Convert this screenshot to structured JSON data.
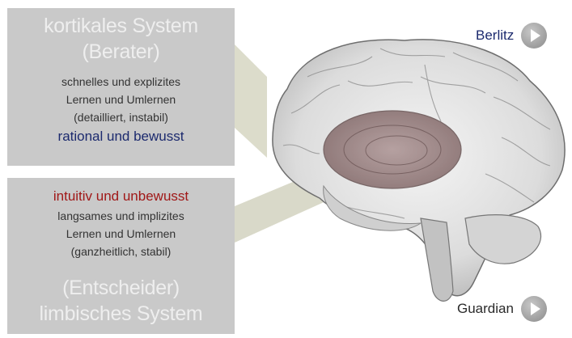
{
  "cortical": {
    "title": "kortikales System",
    "role": "(Berater)",
    "line1": "schnelles und explizites",
    "line2": "Lernen und Umlernen",
    "line3": "(detailliert, instabil)",
    "tagline": "rational und bewusst"
  },
  "limbic": {
    "tagline": "intuitiv und unbewusst",
    "line1": "langsames und implizites",
    "line2": "Lernen und Umlernen",
    "line3": "(ganzheitlich, stabil)",
    "role": "(Entscheider)",
    "title": "limbisches System"
  },
  "links": {
    "berlitz": "Berlitz",
    "guardian": "Guardian"
  },
  "colors": {
    "box": "#c9c9c9",
    "rational": "#1c2a6e",
    "intuitive": "#a01818",
    "limbic_region": "#8a6a6a"
  },
  "icons": [
    "play-icon",
    "brain-illustration"
  ]
}
